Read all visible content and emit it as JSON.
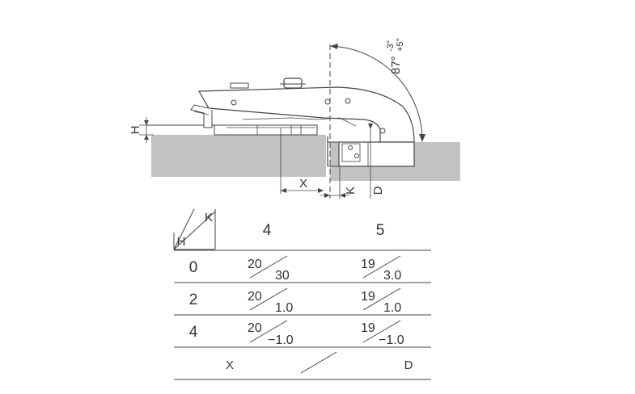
{
  "drawing": {
    "angle_main": "87°",
    "angle_tol_minus": "-3°",
    "angle_tol_plus": "+5°",
    "label_h": "H",
    "label_x": "X",
    "label_k": "K",
    "label_d": "D"
  },
  "table": {
    "corner_k": "K",
    "corner_h": "H",
    "col_headers": [
      "4",
      "5"
    ],
    "rows": [
      {
        "h": "0",
        "cells": [
          {
            "x": "20",
            "d": "30"
          },
          {
            "x": "19",
            "d": "3.0"
          }
        ]
      },
      {
        "h": "2",
        "cells": [
          {
            "x": "20",
            "d": "1.0"
          },
          {
            "x": "19",
            "d": "1.0"
          }
        ]
      },
      {
        "h": "4",
        "cells": [
          {
            "x": "20",
            "d": "−1.0"
          },
          {
            "x": "19",
            "d": "−1.0"
          }
        ]
      }
    ],
    "legend_x": "X",
    "legend_d": "D"
  },
  "colors": {
    "panel": "#c2c2c2",
    "hinge_fill": "#ffffff",
    "line": "#444444"
  }
}
